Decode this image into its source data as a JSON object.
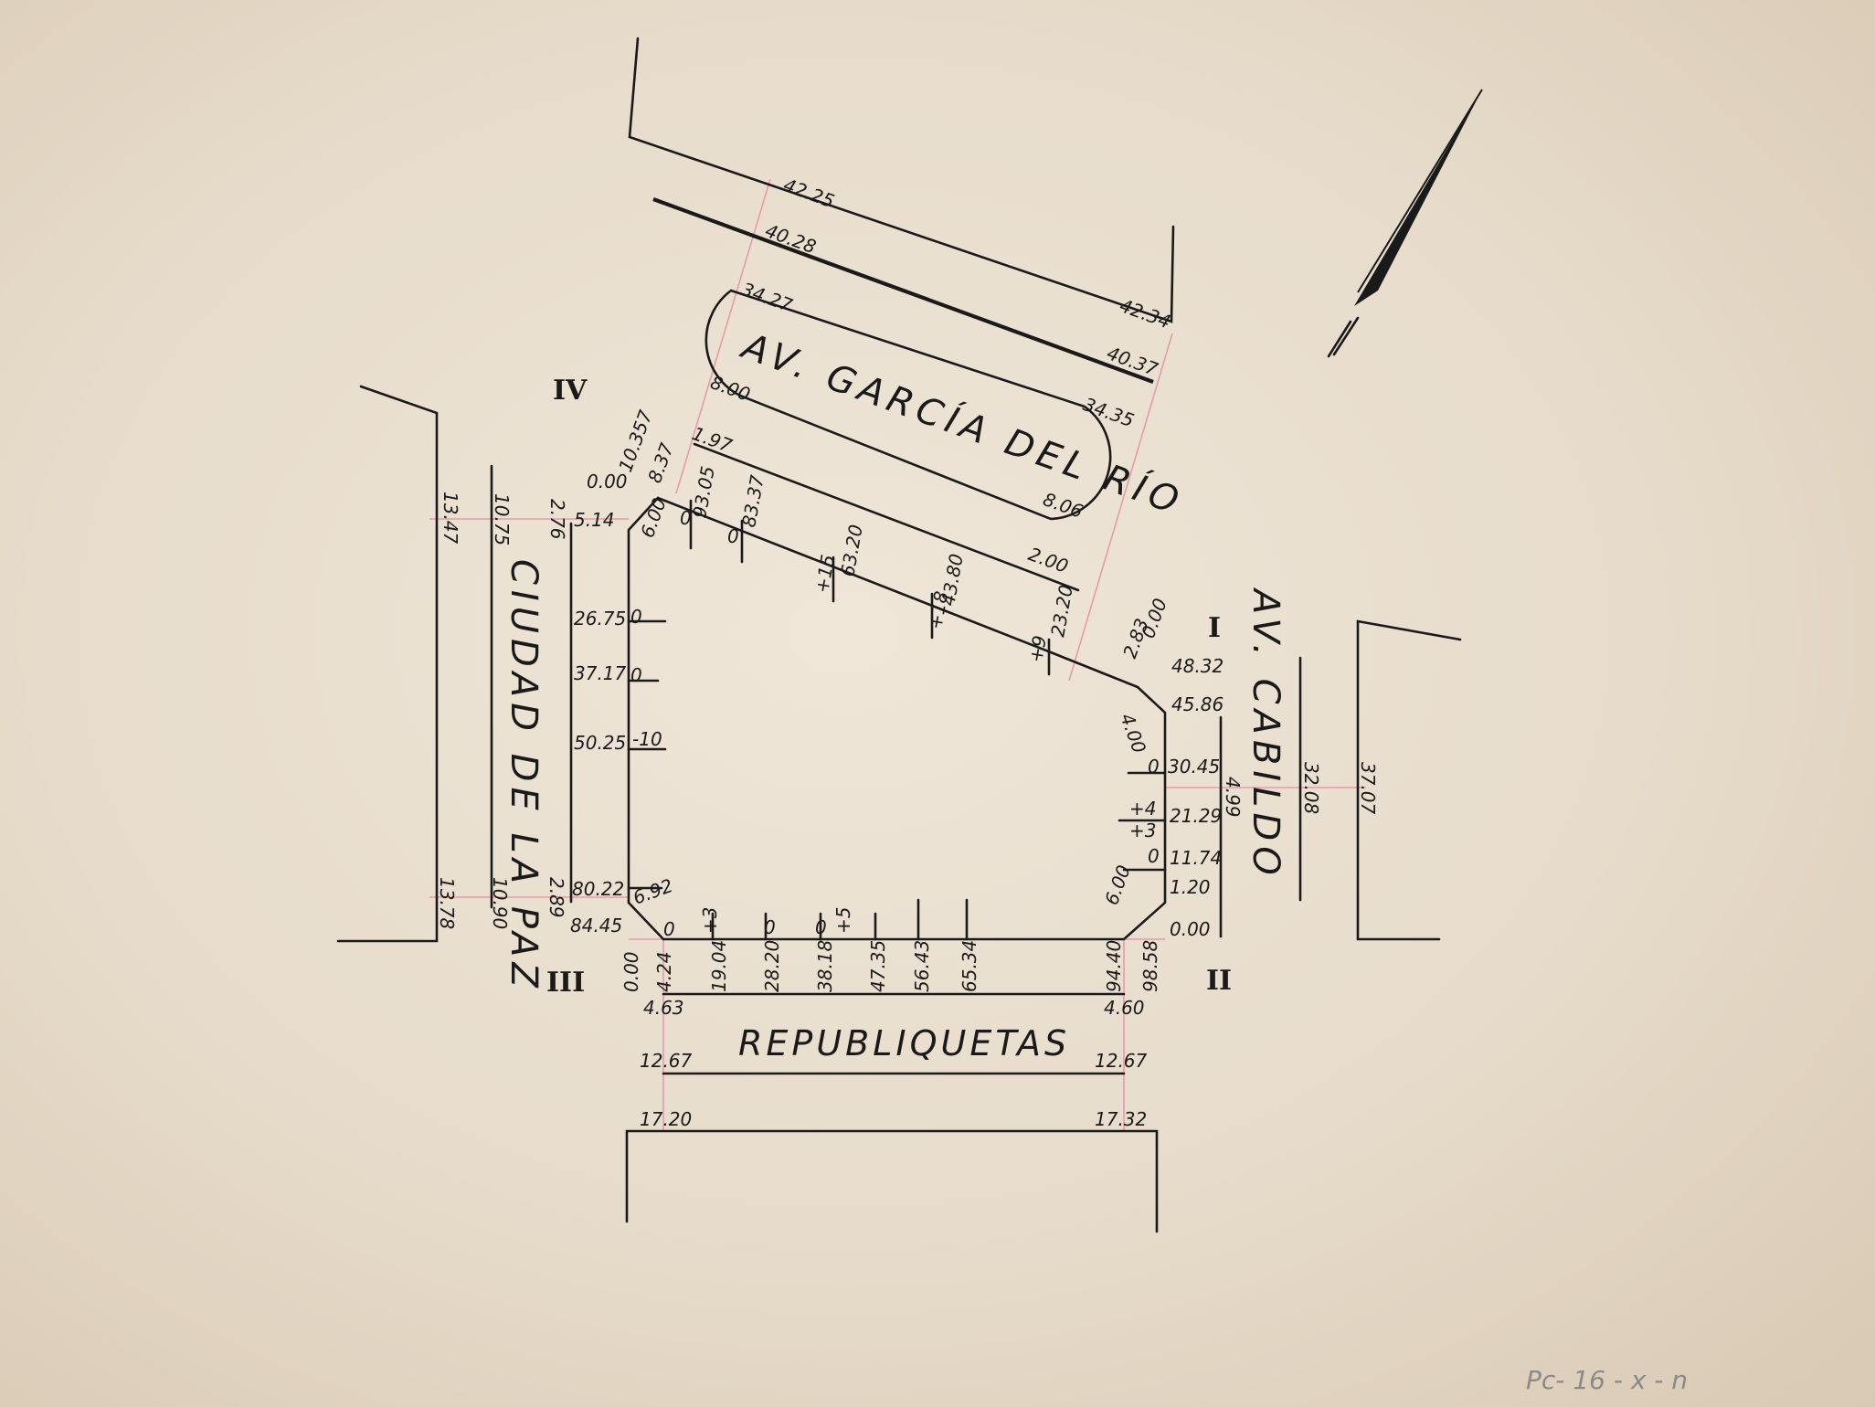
{
  "streets": {
    "garcia_del_rio": "AV. GARCÍA DEL RÍO",
    "cabildo": "AV. CABILDO",
    "ciudad_de_la_paz": "CIUDAD DE LA PAZ",
    "republiquetas": "REPUBLIQUETAS"
  },
  "roman_numerals": {
    "I": "I",
    "II": "II",
    "III": "III",
    "IV": "IV"
  },
  "garcia_labels": {
    "a": "42.25",
    "b": "40.28",
    "c": "34.27",
    "d": "8.00",
    "e": "42.34",
    "f": "40.37",
    "g": "34.35",
    "h": "8.06",
    "i": "1.97",
    "j": "2.00"
  },
  "block_north_labels": {
    "a": "10.357",
    "b": "0.00",
    "c": "8.37",
    "d": "6.00",
    "e": "0",
    "f": "93.05",
    "g": "0",
    "h": "83.37",
    "i": "+15",
    "j": "63.20",
    "k": "+18",
    "l": "43.80",
    "m": "+9",
    "n": "23.20",
    "o": "2.83"
  },
  "ciudad_labels": {
    "a": "13.47",
    "b": "10.75",
    "c": "2.76",
    "d": "5.14",
    "e": "26.75",
    "f": "37.17",
    "g": "50.25",
    "h": "-10",
    "i": "80.22",
    "j": "84.45",
    "k": "6.92",
    "l": "13.78",
    "m": "10.90",
    "n": "2.89",
    "o": "0",
    "p": "0",
    "q": "0"
  },
  "cabildo_labels": {
    "a": "0.00",
    "b": "48.32",
    "c": "4.00",
    "d": "45.86",
    "e": "0",
    "f": "30.45",
    "g": "+4",
    "h": "+3",
    "i": "21.29",
    "j": "0",
    "k": "11.74",
    "l": "6.00",
    "m": "1.20",
    "n": "0.00",
    "o": "4.99",
    "p": "32.08",
    "q": "37.07"
  },
  "republiquetas_labels": {
    "a": "0.00",
    "b": "4.24",
    "c": "19.04",
    "d": "28.20",
    "e": "38.18",
    "f": "47.35",
    "g": "56.43",
    "h": "65.34",
    "i": "94.40",
    "j": "98.58",
    "k": "+3",
    "l": "+5",
    "m": "0",
    "n": "0",
    "o": "4.63",
    "p": "4.60",
    "q": "12.67",
    "r": "12.67",
    "s": "17.20",
    "t": "17.32"
  },
  "catalog_mark": "Pc- 16 - x - n"
}
